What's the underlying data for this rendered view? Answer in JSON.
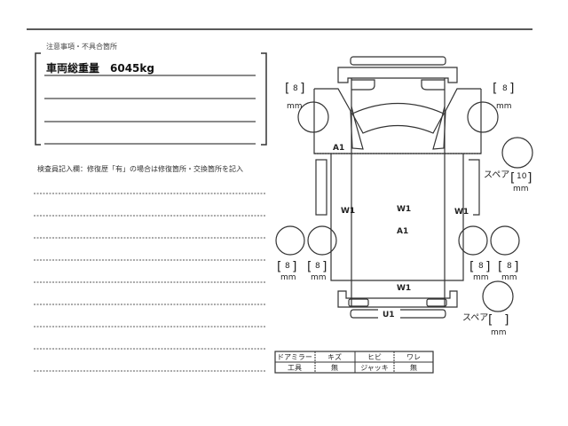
{
  "notes": {
    "header": "注意事項・不具合箇所",
    "line1": "車両総重量　6045kg"
  },
  "inspector": {
    "instruction": "検査員記入欄：修復歴「有」の場合は修復箇所・交換箇所を記入"
  },
  "diagram": {
    "labels": {
      "a1_front": "A1",
      "w1_left": "W1",
      "w1_center": "W1",
      "w1_right": "W1",
      "a1_center": "A1",
      "w1_bottom": "W1",
      "u1": "U1"
    },
    "tires": {
      "front_left": "8",
      "front_right": "8",
      "rear_left_outer": "8",
      "rear_left_inner": "8",
      "rear_right_inner": "8",
      "rear_right_outer": "8",
      "spare_top": "10",
      "spare_bottom": ""
    },
    "unit": "mm",
    "spare_label": "スペア"
  },
  "table": {
    "rows": [
      [
        "ドアミラー",
        "キズ",
        "ヒビ",
        "ワレ"
      ],
      [
        "工具",
        "無",
        "ジャッキ",
        "無"
      ]
    ]
  }
}
